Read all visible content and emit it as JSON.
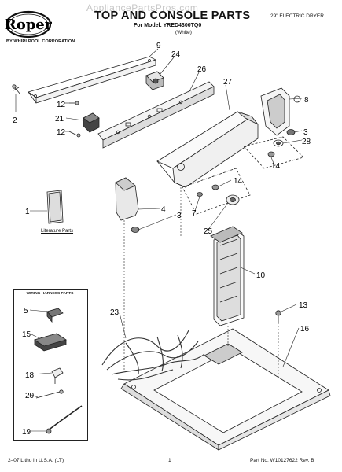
{
  "header": {
    "brand": "Roper",
    "brand_sub": "BY WHIRLPOOL CORPORATION",
    "title": "TOP AND CONSOLE PARTS",
    "model": "For Model: YRED4300TQ0",
    "color": "(White)",
    "product": "29\" ELECTRIC DRYER",
    "watermark": "AppliancePartsPros.com"
  },
  "labels": {
    "literature": "Literature Parts",
    "wiring_title": "WIRING HARNESS PARTS"
  },
  "callouts": [
    "9",
    "24",
    "26",
    "27",
    "8",
    "2",
    "12",
    "21",
    "12",
    "3",
    "28",
    "14",
    "14",
    "1",
    "4",
    "3",
    "7",
    "25",
    "10",
    "23",
    "13",
    "16",
    "5",
    "15",
    "18",
    "20",
    "19"
  ],
  "footer": {
    "left": "2–07 Litho in U.S.A. (LT)",
    "page": "1",
    "part_no": "Part No. W10127622 Rev. B"
  }
}
